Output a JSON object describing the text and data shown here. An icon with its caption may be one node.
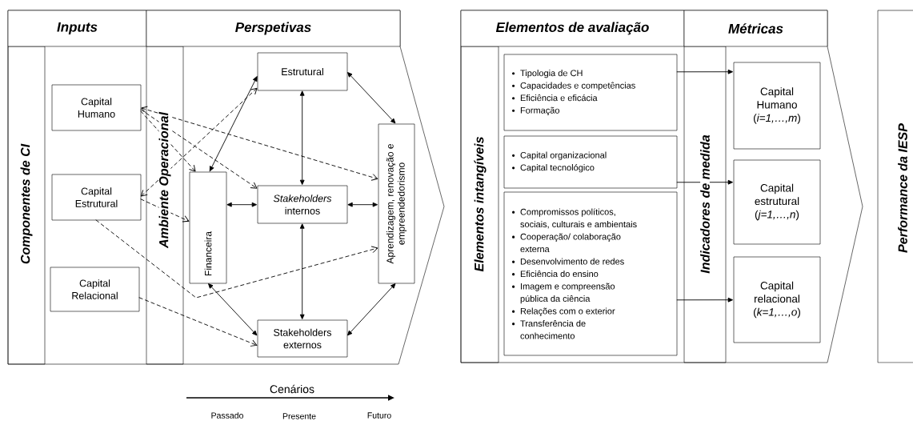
{
  "diagram": {
    "nodes": [
      {
        "text": [
          "Inputs"
        ]
      },
      {
        "text": [
          "Perspetivas"
        ]
      },
      {
        "text": [
          "Capital Humano"
        ]
      },
      {
        "text": [
          "Capital Estrutural"
        ]
      },
      {
        "text": [
          "Capital Relacional"
        ]
      },
      {
        "text": [
          "Estrutural"
        ]
      },
      {
        "text": [
          "Financeira"
        ]
      },
      {
        "text": [
          "*Stakeholders* internos"
        ]
      },
      {
        "text": [
          "Aprendizagem, renovação e empreendedorismo"
        ]
      },
      {
        "text": [
          "Stakeholders externos"
        ]
      },
      {
        "text": [
          "Elementos de avaliação"
        ]
      },
      {
        "text": [
          "Métricas"
        ]
      },
      {
        "text": [
          "Tipologia de CH",
          "Capacidades e competências",
          "Eficiência e eficácia",
          "Formação"
        ]
      },
      {
        "text": [
          "Capital organizacional",
          "Capital tecnológico"
        ]
      },
      {
        "text": [
          "Compromissos políticos, sociais, culturais e ambientais",
          "Cooperação/ colaboração externa",
          "Desenvolvimento de redes",
          "Eficiência do ensino",
          "Imagem e compreensão pública da ciência",
          "Relações com o exterior",
          "Transferência de conhecimento"
        ]
      },
      {
        "text": [
          "Capital Humano (*i=1,…,m*)"
        ]
      },
      {
        "text": [
          "Capital estrutural (*j=1,…,n*)"
        ]
      },
      {
        "text": [
          "Capital relacional (*k=1,…,o*)"
        ]
      }
    ],
    "edges": [
      {
        "from": 2,
        "to": 8,
        "arrow": "both",
        "style": "dashed"
      },
      {
        "from": 2,
        "to": 7,
        "arrow": "to",
        "style": "dashed"
      },
      {
        "from": 2,
        "to": 6,
        "arrow": "to",
        "style": "dashed"
      },
      {
        "from": 3,
        "to": 5,
        "arrow": "both",
        "style": "dashed"
      },
      {
        "from": 3,
        "to": 6,
        "arrow": "to",
        "style": "dashed"
      },
      {
        "from": 3,
        "to": 8,
        "arrow": "to",
        "style": "dashed"
      },
      {
        "from": 4,
        "to": 9,
        "arrow": "to",
        "style": "dashed"
      },
      {
        "from": 5,
        "to": 6,
        "arrow": "both"
      },
      {
        "from": 5,
        "to": 8,
        "arrow": "both"
      },
      {
        "from": 5,
        "to": 7,
        "arrow": "both"
      },
      {
        "from": 6,
        "to": 7,
        "arrow": "both"
      },
      {
        "from": 7,
        "to": 8,
        "arrow": "both"
      },
      {
        "from": 7,
        "to": 9,
        "arrow": "both"
      },
      {
        "from": 6,
        "to": 9,
        "arrow": "both"
      },
      {
        "from": 8,
        "to": 9,
        "arrow": "both"
      },
      {
        "from": 12,
        "to": 15,
        "arrow": "to"
      },
      {
        "from": 13,
        "to": 16,
        "arrow": "to"
      },
      {
        "from": 14,
        "to": 17,
        "arrow": "to"
      }
    ],
    "labels": [
      "Componentes de CI",
      "Ambiente Operacional",
      "Elementos intangíveis",
      "Indicadores de medida",
      "Performance da IESP",
      "Cenários",
      "Passado",
      "Presente",
      "Futuro"
    ]
  }
}
